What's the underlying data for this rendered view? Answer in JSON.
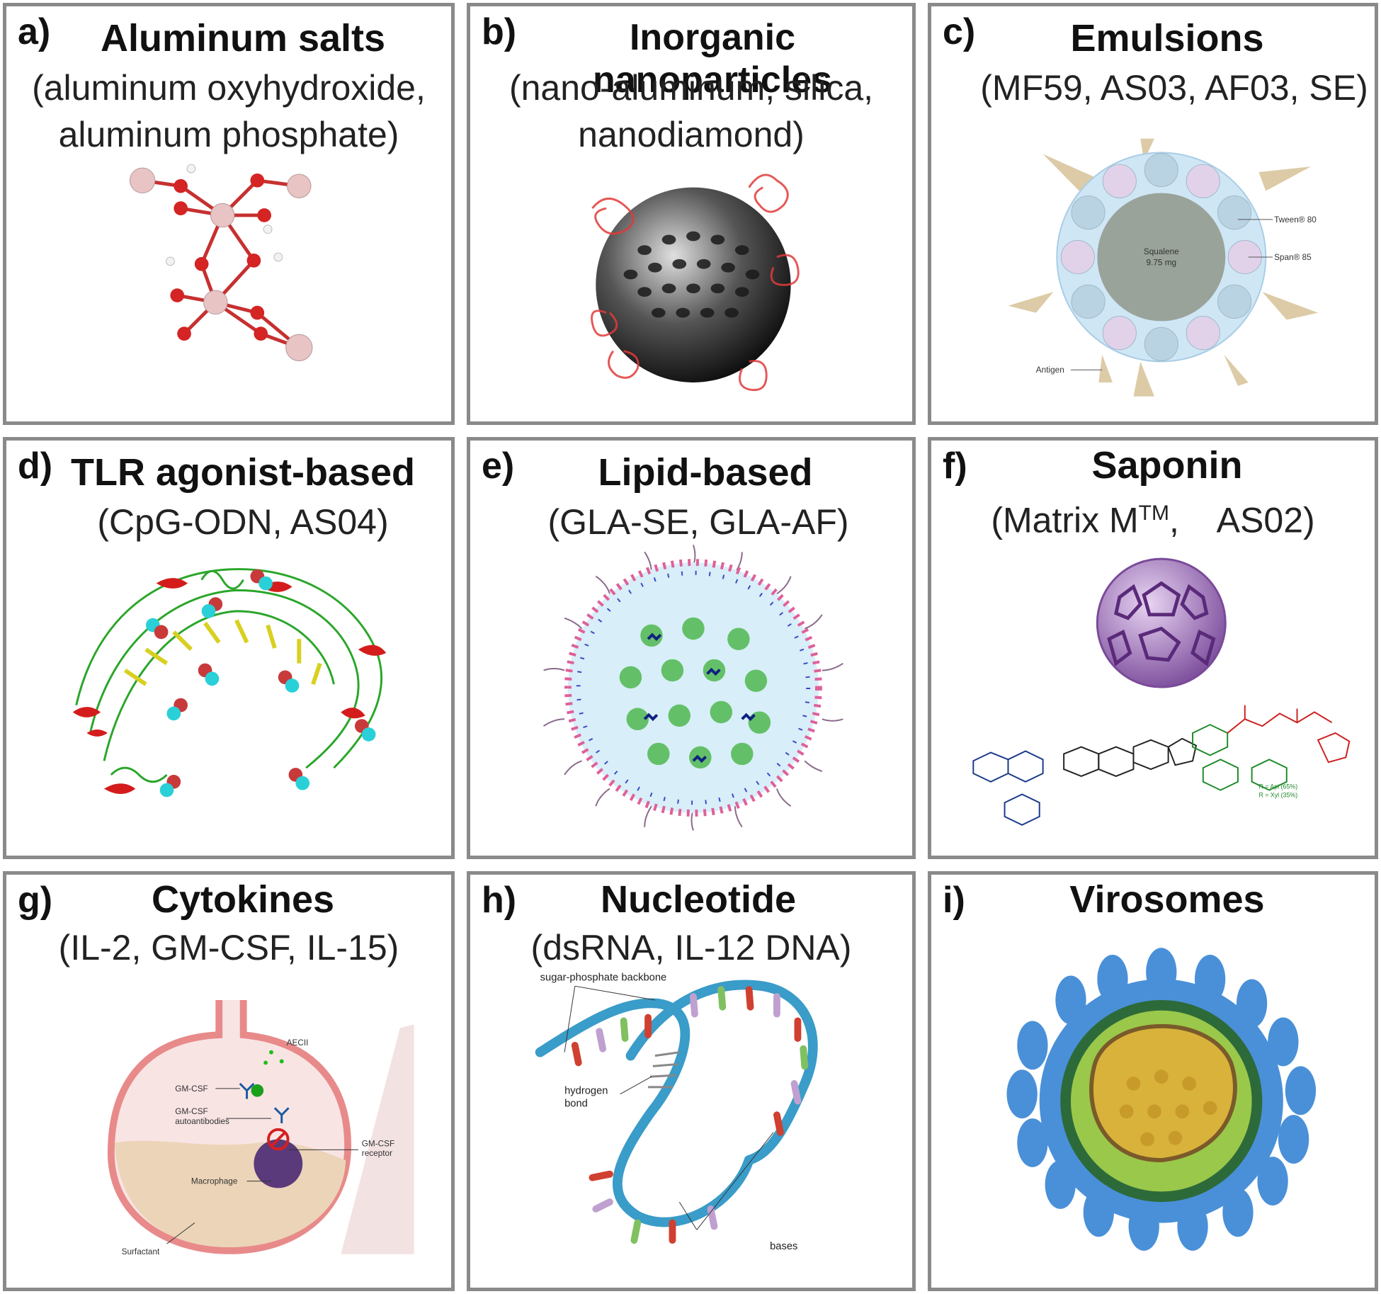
{
  "panels": {
    "a": {
      "letter": "a)",
      "title": "Aluminum salts",
      "sub1": "(aluminum oxyhydroxide,",
      "sub2": "aluminum phosphate)"
    },
    "b": {
      "letter": "b)",
      "title": "Inorganic nanoparticles",
      "sub1": "(nano-aluminum, silica,",
      "sub2": "nanodiamond)"
    },
    "c": {
      "letter": "c)",
      "title": "Emulsions",
      "sub1": "(MF59, AS03, AF03, SE)",
      "labels": {
        "tween": "Tween® 80",
        "span": "Span® 85",
        "squalene": "Squalene",
        "dose": "9.75 mg",
        "antigen": "Antigen"
      }
    },
    "d": {
      "letter": "d)",
      "title": "TLR agonist-based",
      "sub1": "(CpG-ODN, AS04)"
    },
    "e": {
      "letter": "e)",
      "title": "Lipid-based",
      "sub1": "(GLA-SE, GLA-AF)"
    },
    "f": {
      "letter": "f)",
      "title": "Saponin",
      "sub1": "(Matrix M",
      "sub1_sup": "TM",
      "sub1_end": ",    AS02)",
      "labels": {
        "r_api": "R = Api (65%)",
        "r_xyl": "R = Xyl (35%)"
      }
    },
    "g": {
      "letter": "g)",
      "title": "Cytokines",
      "sub1": "(IL-2, GM-CSF, IL-15)",
      "labels": {
        "aecii": "AECII",
        "gmcsf": "GM-CSF",
        "auto1": "GM-CSF",
        "auto2": "autoantibodies",
        "rec1": "GM-CSF",
        "rec2": "receptor",
        "macrophage": "Macrophage",
        "surfactant": "Surfactant"
      }
    },
    "h": {
      "letter": "h)",
      "title": "Nucleotide",
      "sub1": "(dsRNA, IL-12 DNA)",
      "labels": {
        "backbone": "sugar-phosphate backbone",
        "hb1": "hydrogen",
        "hb2": "bond",
        "bases": "bases"
      }
    },
    "i": {
      "letter": "i)",
      "title": "Virosomes"
    }
  },
  "colors": {
    "border": "#8a8a8a",
    "oxygen": "#cc2222",
    "aluminum": "#e8c4c4",
    "emulsion_shell": "#cfe6f5",
    "squalene": "#9aa39a",
    "saponin": "#a56bc7"
  }
}
